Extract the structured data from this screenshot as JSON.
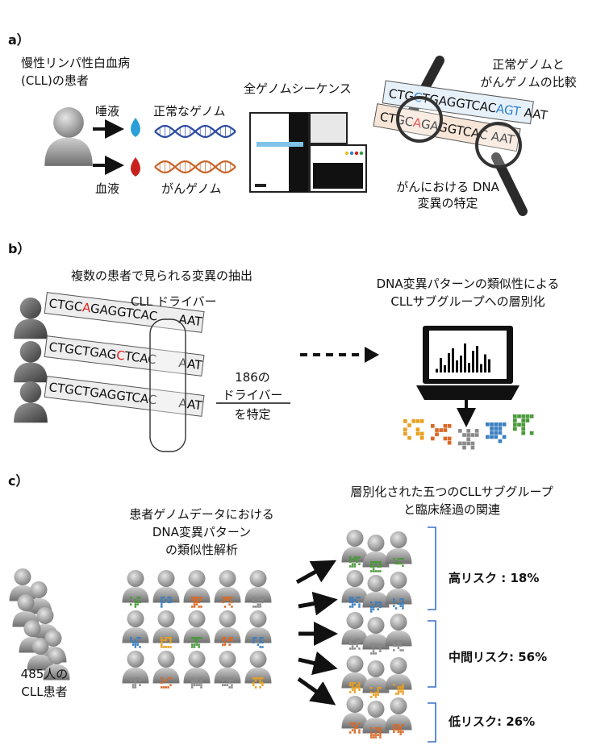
{
  "panels": {
    "a": "a）",
    "b": "b）",
    "c": "c）"
  },
  "panel_a": {
    "patient": [
      "慢性リンパ性白血病",
      "(CLL)の患者"
    ],
    "saliva": "唾液",
    "blood": "血液",
    "normal_genome": "正常なゲノム",
    "cancer_genome": "がんゲノム",
    "wgs": "全ゲノムシーケンス",
    "compare": [
      "正常ゲノムと",
      "がんゲノムの比較"
    ],
    "identify": [
      "がんにおける DNA",
      "変異の特定"
    ],
    "seq_normal": [
      "CTG",
      "C",
      "TG",
      "AGGTCAC",
      "AGT",
      "AAT"
    ],
    "seq_cancer": [
      "CTG",
      "C",
      "A",
      "GAGGTCAC",
      "AAT"
    ]
  },
  "panel_b": {
    "extract": "複数の患者で見られる変異の抽出",
    "cll_driver": "CLL ドライバー",
    "strips": [
      {
        "pre": "CTGC",
        "mut": "A",
        "post": "GAGGTCAC",
        "end": "AAT"
      },
      {
        "pre": "CTGCTGAG",
        "mut": "C",
        "post": "TCAC",
        "end": "AAT"
      },
      {
        "pre": "CTGCTGAGGTCAC",
        "mut": "",
        "post": "",
        "end": "AAT"
      }
    ],
    "identify": [
      "186の",
      "ドライバー",
      "を特定"
    ],
    "stratify": [
      "DNA変異パターンの類似性による",
      "CLLサブグループへの層別化"
    ]
  },
  "panel_c": {
    "cohort": [
      "485人の",
      "CLL患者"
    ],
    "analysis": [
      "患者ゲノムデータにおける",
      "DNA変異パターン",
      "の類似性解析"
    ],
    "subgroups": [
      "層別化された五つのCLLサブグループ",
      "と臨床経過の関連"
    ],
    "risks": [
      {
        "label": "高リスク : 18%"
      },
      {
        "label": "中間リスク: 56%"
      },
      {
        "label": "低リスク: 26%"
      }
    ]
  },
  "colors": {
    "saliva": "#2a9fd8",
    "blood": "#c8201c",
    "dna_blue": "#2b4aa0",
    "dna_orange": "#c8642a",
    "mutation": "#e02020",
    "highlight": "#2b7fd0",
    "bracket": "#3b6ec8",
    "qr": [
      "#e8a020",
      "#d86a28",
      "#8a8a8a",
      "#3c7fc0",
      "#4a9a3a"
    ]
  },
  "icons": [
    "person-icon",
    "droplet-icon",
    "dna-helix-icon",
    "sequencer-icon",
    "magnifier-icon",
    "laptop-icon",
    "qr-pattern-icon",
    "arrow-icon"
  ]
}
